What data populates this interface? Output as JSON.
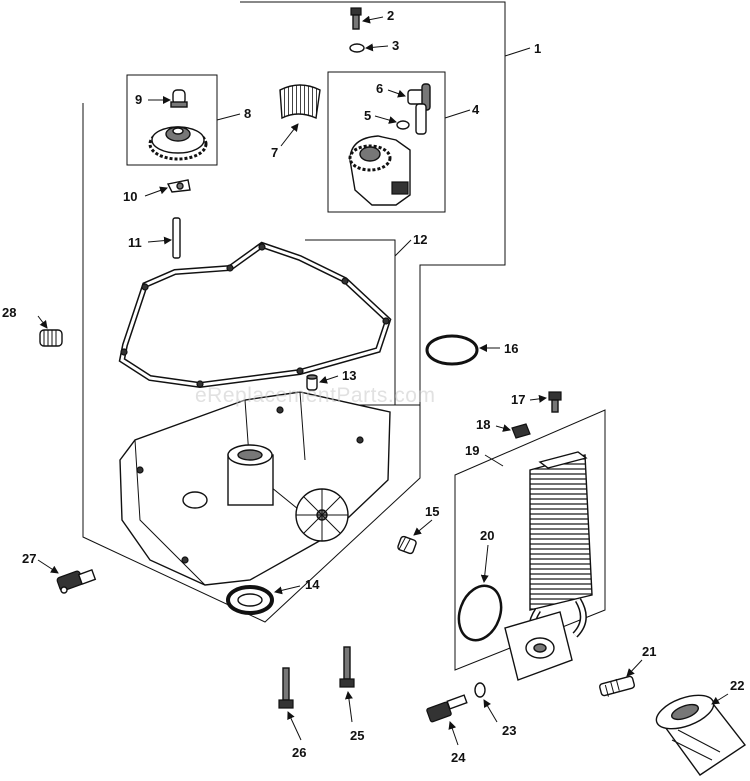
{
  "watermark": "eReplacementParts.com",
  "callouts": {
    "c1": "1",
    "c2": "2",
    "c3": "3",
    "c4": "4",
    "c5": "5",
    "c6": "6",
    "c7": "7",
    "c8": "8",
    "c9": "9",
    "c10": "10",
    "c11": "11",
    "c12": "12",
    "c13": "13",
    "c14": "14",
    "c15": "15",
    "c16": "16",
    "c17": "17",
    "c18": "18",
    "c19": "19",
    "c20": "20",
    "c21": "21",
    "c22": "22",
    "c23": "23",
    "c24": "24",
    "c25": "25",
    "c26": "26",
    "c27": "27",
    "c28": "28"
  }
}
